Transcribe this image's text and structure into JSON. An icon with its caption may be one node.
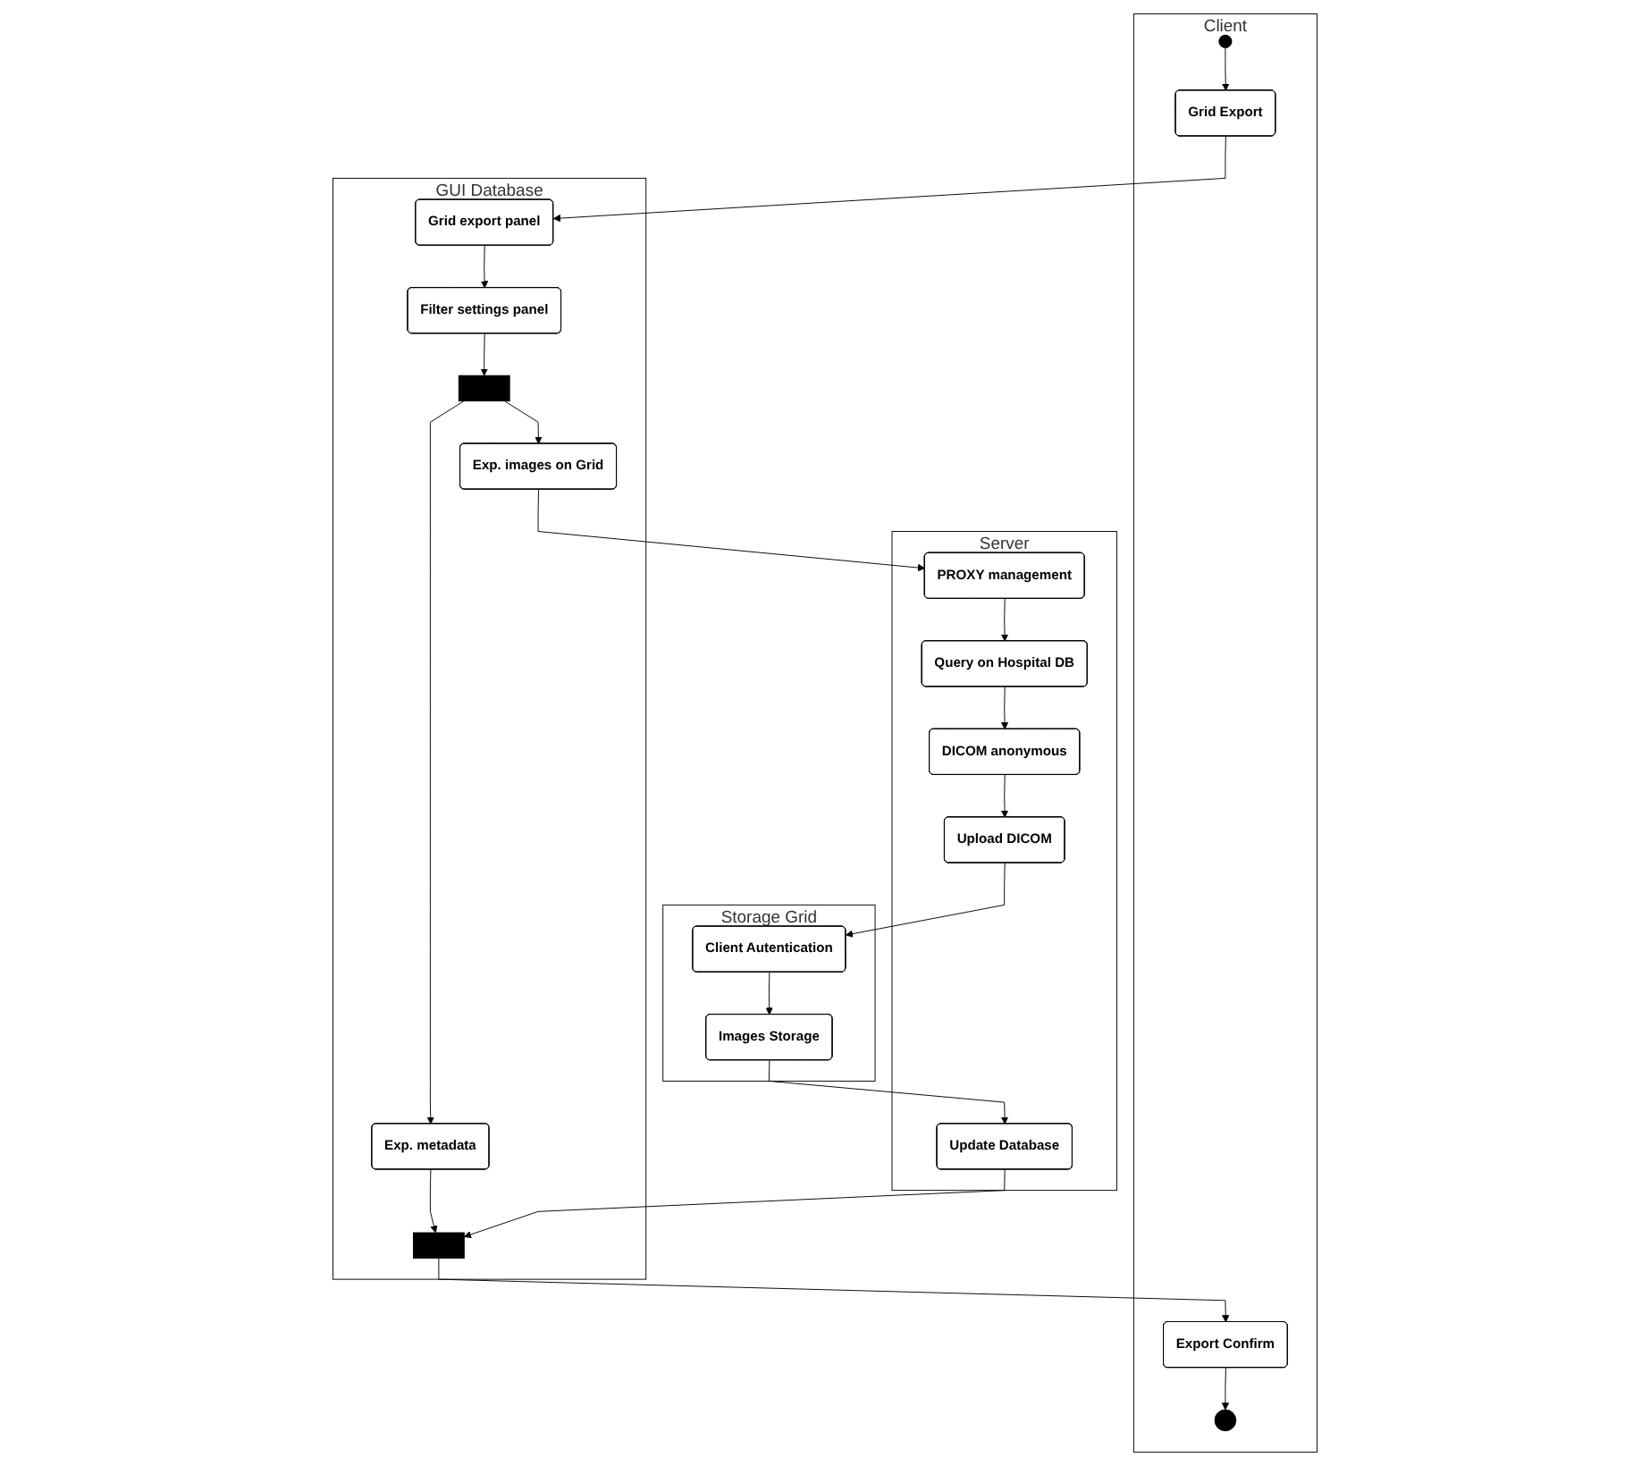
{
  "diagram": {
    "nodes": [
      {
        "text": [
          "Client"
        ]
      },
      {
        "text": [
          "GUI Database"
        ]
      },
      {
        "text": [
          "Server"
        ]
      },
      {
        "text": [
          "Storage Grid"
        ]
      },
      {
        "text": [],
        "shape": "circle",
        "in": 0
      },
      {
        "text": [
          "Grid Export"
        ],
        "in": 0
      },
      {
        "text": [
          "Grid export panel"
        ],
        "in": 1
      },
      {
        "text": [
          "Filter settings panel"
        ],
        "in": 1
      },
      {
        "text": [],
        "shape": "bar",
        "in": 1
      },
      {
        "text": [
          "Exp. metadata"
        ],
        "in": 1
      },
      {
        "text": [
          "Exp. images on Grid"
        ],
        "in": 1
      },
      {
        "text": [
          "PROXY management"
        ],
        "in": 2
      },
      {
        "text": [
          "Query on Hospital DB"
        ],
        "in": 2
      },
      {
        "text": [
          "DICOM anonymous"
        ],
        "in": 2
      },
      {
        "text": [
          "Upload DICOM"
        ],
        "in": 2
      },
      {
        "text": [
          "Client Autentication"
        ],
        "in": 3
      },
      {
        "text": [
          "Images Storage"
        ],
        "in": 3
      },
      {
        "text": [
          "Update Database"
        ],
        "in": 2
      },
      {
        "text": [],
        "shape": "bar",
        "in": 1
      },
      {
        "text": [
          "Export Confirm"
        ],
        "in": 0
      },
      {
        "text": [],
        "shape": "bullseye",
        "in": 0
      }
    ],
    "edges": [
      {
        "from": 4,
        "to": 5,
        "arrow": "to"
      },
      {
        "from": 5,
        "to": 6,
        "arrow": "to"
      },
      {
        "from": 6,
        "to": 7,
        "arrow": "to"
      },
      {
        "from": 7,
        "to": 8,
        "arrow": "to"
      },
      {
        "from": 8,
        "to": 9,
        "arrow": "to"
      },
      {
        "from": 8,
        "to": 10,
        "arrow": "to"
      },
      {
        "from": 10,
        "to": 11,
        "arrow": "to"
      },
      {
        "from": 11,
        "to": 12,
        "arrow": "to"
      },
      {
        "from": 12,
        "to": 13,
        "arrow": "to"
      },
      {
        "from": 13,
        "to": 14,
        "arrow": "to"
      },
      {
        "from": 14,
        "to": 15,
        "arrow": "to"
      },
      {
        "from": 15,
        "to": 16,
        "arrow": "to"
      },
      {
        "from": 16,
        "to": 17,
        "arrow": "to"
      },
      {
        "from": 9,
        "to": 18,
        "arrow": "to"
      },
      {
        "from": 17,
        "to": 18,
        "arrow": "to"
      },
      {
        "from": 18,
        "to": 19,
        "arrow": "to"
      },
      {
        "from": 19,
        "to": 20,
        "arrow": "to"
      }
    ]
  }
}
